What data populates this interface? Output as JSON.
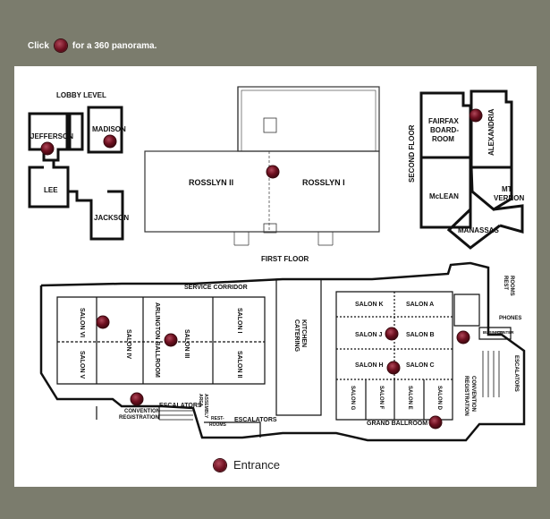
{
  "header": {
    "click_label": "Click",
    "panorama_label": "for a 360 panorama."
  },
  "map": {
    "colors": {
      "wall": "#111111",
      "marker": "#7a1424",
      "page_bg": "#7b7c6d"
    },
    "areas": {
      "lobby_level": "LOBBY LEVEL",
      "second_floor": "SECOND FLOOR",
      "first_floor": "FIRST FLOOR",
      "service_corridor": "SERVICE CORRIDOR"
    },
    "rooms": {
      "jefferson": "JEFFERSON",
      "madison": "MADISON",
      "lee": "LEE",
      "jackson": "JACKSON",
      "rosslyn_ii": "ROSSLYN II",
      "rosslyn_i": "ROSSLYN I",
      "fairfax_1": "FAIRFAX",
      "fairfax_2": "BOARD-",
      "fairfax_3": "ROOM",
      "alexandria": "ALEXANDRIA",
      "mclean": "McLEAN",
      "mt_vernon_1": "MT.",
      "mt_vernon_2": "VERNON",
      "manassas": "MANASSAS",
      "salon_vi": "SALON VI",
      "salon_v": "SALON V",
      "salon_iv": "SALON IV",
      "arlington_ballroom": "ARLINGTON BALLROOM",
      "salon_iii": "SALON III",
      "salon_ii": "SALON II",
      "salon_i": "SALON I",
      "catering_kitchen_1": "CATERING",
      "catering_kitchen_2": "KITCHEN",
      "salon_k": "SALON K",
      "salon_a": "SALON A",
      "salon_j": "SALON J",
      "salon_b": "SALON B",
      "salon_h": "SALON H",
      "salon_c": "SALON C",
      "salon_g": "SALON G",
      "salon_f": "SALON F",
      "salon_e": "SALON E",
      "salon_d": "SALON D",
      "grand_ballroom": "GRAND BALLROOM",
      "rest_rooms_1": "REST",
      "rest_rooms_2": "ROOMS",
      "phones": "PHONES",
      "business_center_1": "BUSINESS",
      "business_center_2": "CENTER",
      "escalators_right": "ESCALATORS",
      "convention_registration_right_1": "CONVENTION",
      "convention_registration_right_2": "REGISTRATION",
      "convention_registration_left_1": "CONVENTION",
      "convention_registration_left_2": "REGISTRATION",
      "escalators_left_1": "ESCALATORS",
      "escalators_left_2": "ESCALATORS",
      "assembly_area_1": "ASSEMBLY",
      "assembly_area_2": "AREA",
      "rest_rooms_small_1": "REST-",
      "rest_rooms_small_2": "ROOMS"
    },
    "legend": {
      "entrance": "Entrance"
    }
  }
}
